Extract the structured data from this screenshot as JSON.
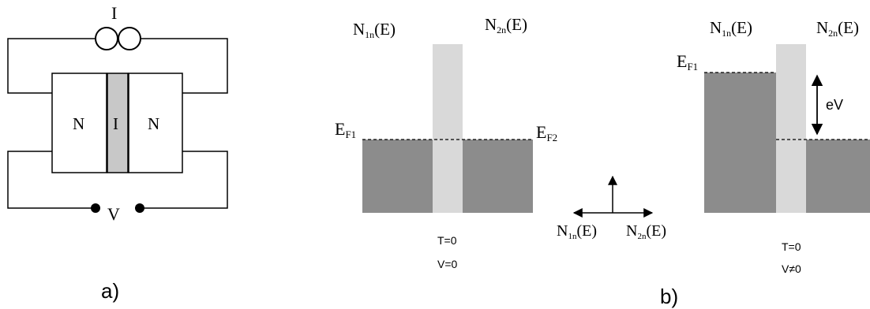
{
  "panel_a": {
    "caption": "a)",
    "current_source_label": "I",
    "left_electrode_label": "N",
    "barrier_label": "I",
    "right_electrode_label": "N",
    "voltage_label": "V"
  },
  "panel_b": {
    "caption": "b)",
    "equilibrium": {
      "dos_left": {
        "main": "N",
        "sub": "1n",
        "suffix": "(E)"
      },
      "dos_right": {
        "main": "N",
        "sub": "2n",
        "suffix": "(E)"
      },
      "fermi_left": {
        "main": "E",
        "sub": "F1"
      },
      "fermi_right": {
        "main": "E",
        "sub": "F2"
      },
      "temperature": "T=0",
      "voltage": "V=0"
    },
    "axes_legend": {
      "left_label": {
        "main": "N",
        "sub": "1n",
        "suffix": "(E)"
      },
      "right_label": {
        "main": "N",
        "sub": "2n",
        "suffix": "(E)"
      }
    },
    "biased": {
      "dos_left": {
        "main": "N",
        "sub": "1n",
        "suffix": "(E)"
      },
      "dos_right": {
        "main": "N",
        "sub": "2n",
        "suffix": "(E)"
      },
      "fermi_left": {
        "main": "E",
        "sub": "F1"
      },
      "energy_shift": "eV",
      "temperature": "T=0",
      "voltage": "V≠0"
    }
  },
  "colors": {
    "filled_states": "#8c8c8c",
    "barrier": "#d9d9d9",
    "insulator": "#c8c8c8",
    "line": "#000000"
  }
}
